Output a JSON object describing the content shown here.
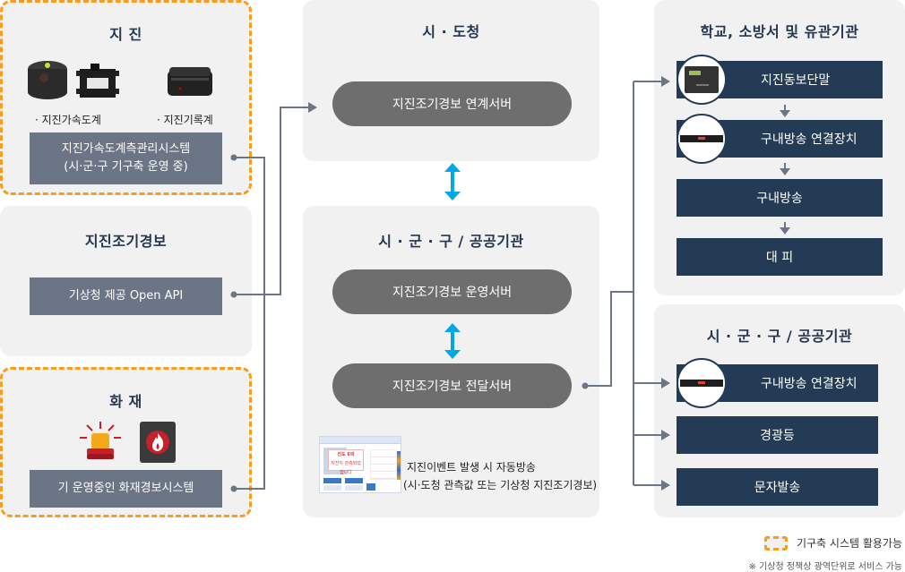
{
  "left": {
    "earthquake": {
      "title": "지 진",
      "device_labels": [
        "· 지진가속도계",
        "· 지진기록계"
      ],
      "system_label_line1": "지진가속도계측관리시스템",
      "system_label_line2": "(시·군·구 기구축 운영 중)"
    },
    "eew": {
      "title": "지진조기경보",
      "source_label": "기상청 제공 Open API"
    },
    "fire": {
      "title": "화 재",
      "system_label": "기 운영중인 화재경보시스템"
    }
  },
  "center": {
    "province": {
      "title": "시 · 도청",
      "server": "지진조기경보 연계서버"
    },
    "local": {
      "title": "시 · 군 · 구 / 공공기관",
      "server_ops": "지진조기경보 운영서버",
      "server_delivery": "지진조기경보 전달서버",
      "note_line1": "지진이벤트 발생 시 자동방송",
      "note_line2": "(시·도청 관측값 또는 기상청 지진조기경보)",
      "screen_popup_title": "진도 6의",
      "screen_popup_text": "지진이 관측되었습니다"
    }
  },
  "right": {
    "schools": {
      "title": "학교, 소방서 및 유관기관",
      "steps": [
        "지진동보단말",
        "구내방송 연결장치",
        "구내방송",
        "대 피"
      ]
    },
    "local": {
      "title": "시 · 군 · 구 / 공공기관",
      "items": [
        "구내방송 연결장치",
        "경광등",
        "문자발송"
      ]
    }
  },
  "legend": {
    "label": "기구축 시스템 활용가능",
    "note": "※ 기상청 정책상 광역단위로 서비스 가능"
  },
  "colors": {
    "accent_orange": "#f99d1c",
    "navy": "#243b55",
    "slate": "#6b7585",
    "server_gray": "#6e6e6e",
    "sync_blue": "#00a8e8",
    "panel_bg": "#f1f1f1",
    "wire": "#6b7585"
  }
}
